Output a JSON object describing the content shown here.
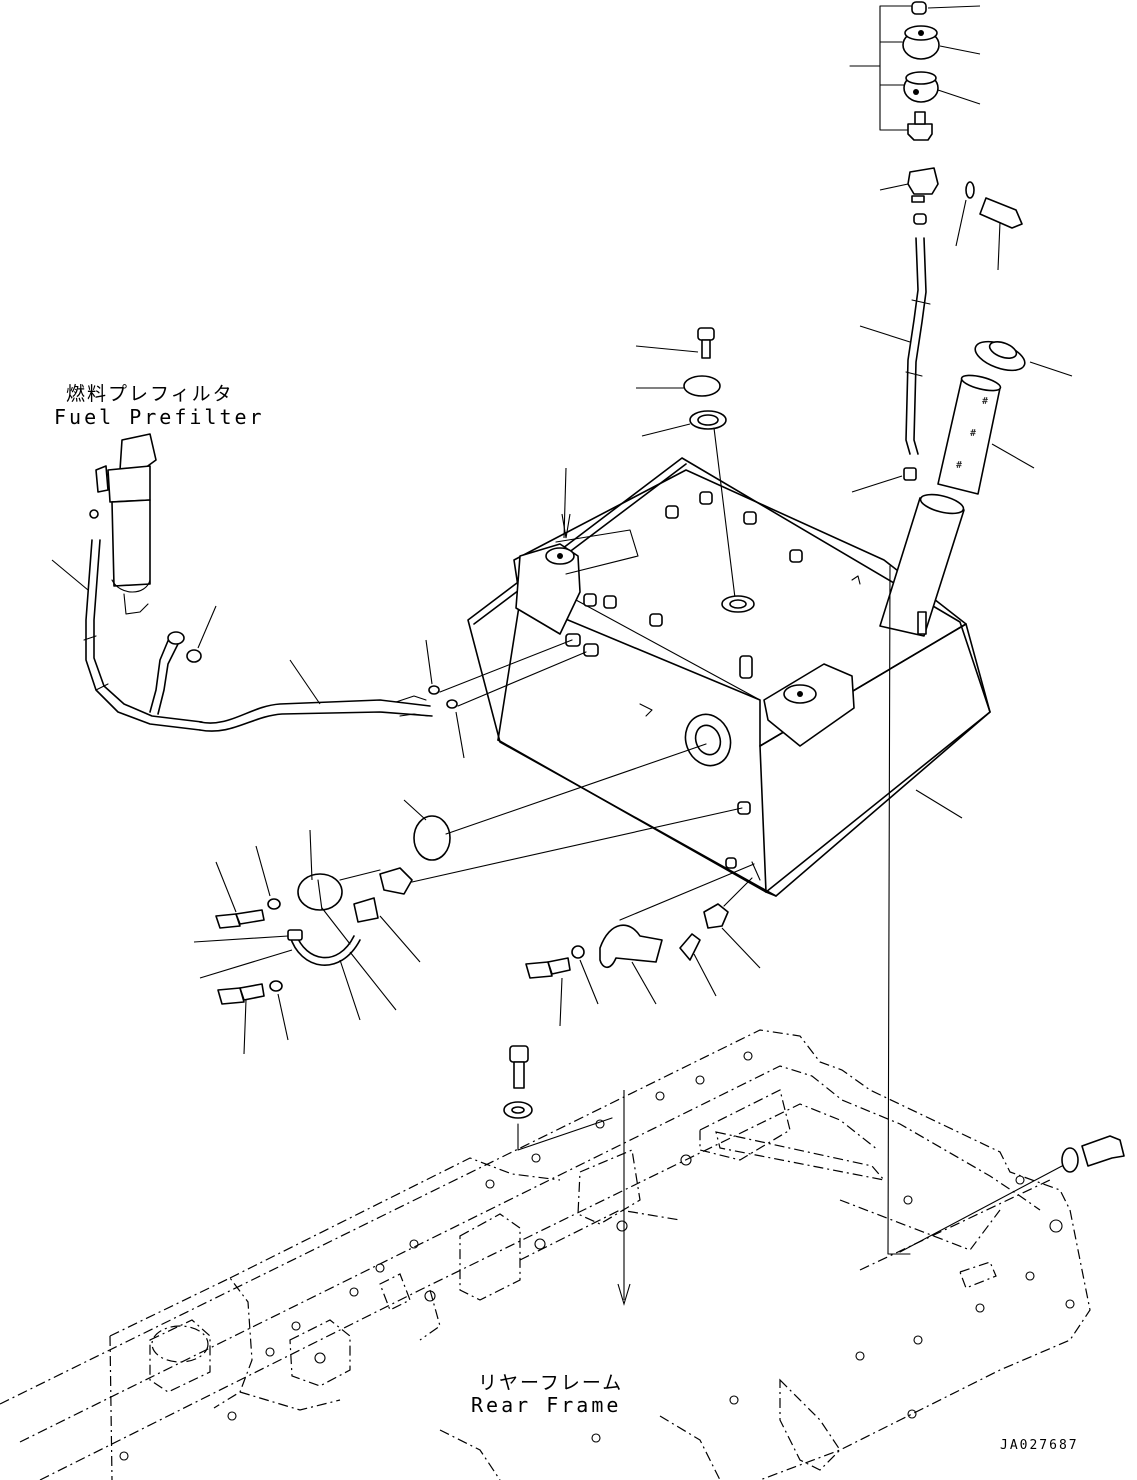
{
  "labels": {
    "fuel_prefilter_jp": "燃料プレフィルタ",
    "fuel_prefilter_en": "Fuel Prefilter",
    "rear_frame_jp": "リヤーフレーム",
    "rear_frame_en": "Rear Frame",
    "drawing_code": "JA027687"
  }
}
